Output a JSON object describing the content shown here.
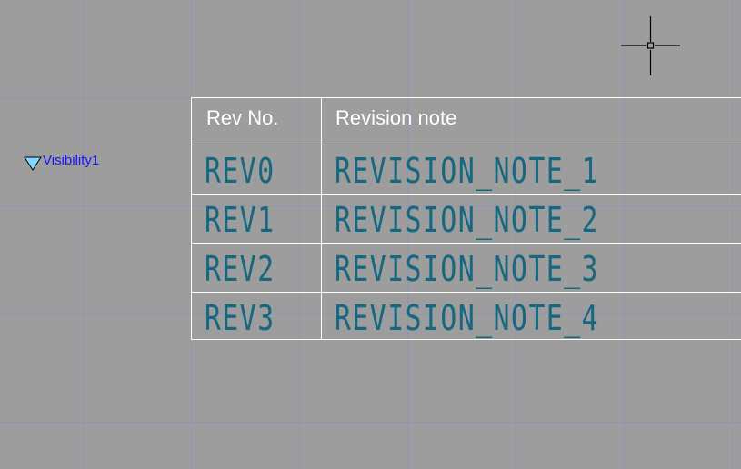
{
  "table": {
    "headers": [
      "Rev No.",
      "Revision note"
    ],
    "rows": [
      [
        "REV0",
        "REVISION_NOTE_1"
      ],
      [
        "REV1",
        "REVISION_NOTE_2"
      ],
      [
        "REV2",
        "REVISION_NOTE_3"
      ],
      [
        "REV3",
        "REVISION_NOTE_4"
      ]
    ]
  },
  "visibility_parameter": {
    "label": "Visibility1",
    "icon": "visibility-grip-triangle-icon"
  },
  "colors": {
    "background": "#9d9d9d",
    "grid": "#8e96b4",
    "table_text": "#17687f",
    "parameter_label": "#1616ff",
    "grip": "#7fd8ff"
  }
}
